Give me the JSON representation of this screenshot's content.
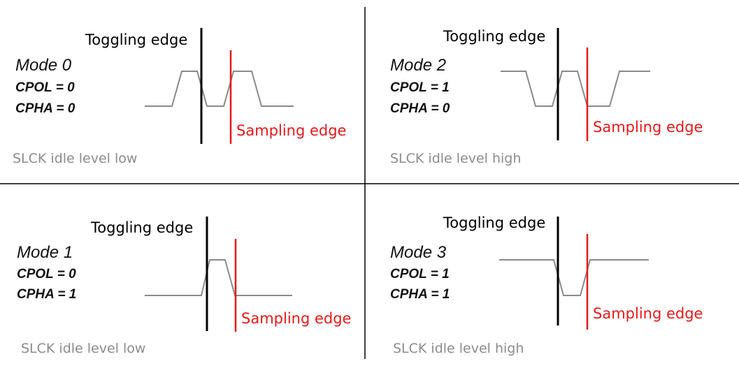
{
  "colors": {
    "waveform": "#8a8a8a",
    "toggling_line": "#000000",
    "sampling_line": "#e41a1a",
    "divider": "#000000",
    "idle_text": "#8c8c8c"
  },
  "panels": [
    {
      "mode": "Mode 0",
      "cpol": "CPOL = 0",
      "cpha": "CPHA = 0",
      "toggling_label": "Toggling edge",
      "sampling_label": "Sampling edge",
      "idle_label": "SLCK idle level low"
    },
    {
      "mode": "Mode 2",
      "cpol": "CPOL = 1",
      "cpha": "CPHA = 0",
      "toggling_label": "Toggling edge",
      "sampling_label": "Sampling edge",
      "idle_label": "SLCK idle level high"
    },
    {
      "mode": "Mode 1",
      "cpol": "CPOL = 0",
      "cpha": "CPHA = 1",
      "toggling_label": "Toggling edge",
      "sampling_label": "Sampling edge",
      "idle_label": "SLCK idle level low"
    },
    {
      "mode": "Mode 3",
      "cpol": "CPOL = 1",
      "cpha": "CPHA = 1",
      "toggling_label": "Toggling edge",
      "sampling_label": "Sampling edge",
      "idle_label": "SLCK idle level high"
    }
  ]
}
